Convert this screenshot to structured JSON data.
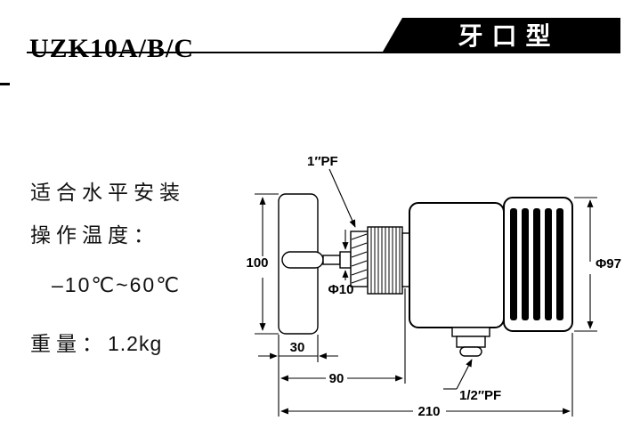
{
  "colors": {
    "ink": "#000000",
    "badge_bg": "#000000",
    "badge_text": "#ffffff",
    "page_bg": "#ffffff"
  },
  "header": {
    "model": "UZK10A/B/C",
    "badge": "牙口型"
  },
  "specs": {
    "install": "适合水平安装",
    "temp_label": "操作温度：",
    "temp_value": "–10℃~60℃",
    "weight_label": "重量：",
    "weight_value": "1.2kg"
  },
  "drawing": {
    "dims": {
      "paddle_height": "100",
      "paddle_width": "30",
      "shaft_dia": "Φ10",
      "cap_dia": "Φ97",
      "len_mid": "90",
      "len_total": "210"
    },
    "labels": {
      "top_thread": "1″PF",
      "bottom_thread": "1/2″PF"
    }
  }
}
